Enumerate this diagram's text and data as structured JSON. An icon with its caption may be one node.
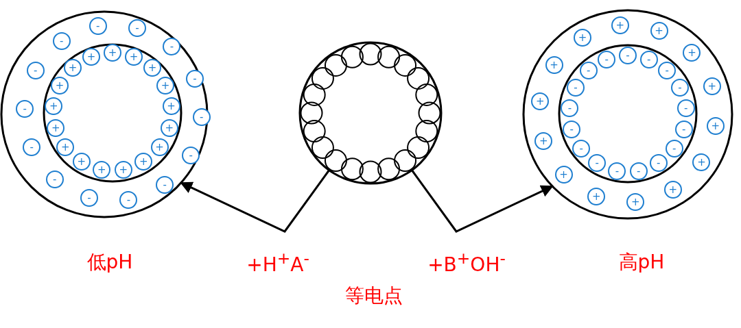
{
  "diagram": {
    "nodes": [
      {
        "text": [],
        "shape": "circle",
        "beside": [
          "低pH"
        ]
      },
      {
        "text": [],
        "shape": "circle"
      },
      {
        "text": [],
        "shape": "circle",
        "beside": [
          "高pH"
        ]
      }
    ],
    "edges": [
      {
        "from": 1,
        "to": 0,
        "arrow": "to",
        "label": "+H$^{+}$A$^{-}$"
      },
      {
        "from": 1,
        "to": 2,
        "arrow": "to",
        "label": "+B$^{+}$OH$^{-}$"
      }
    ],
    "labels": [
      "-",
      "-",
      "-",
      "-",
      "-",
      "-",
      "-",
      "-",
      "-",
      "-",
      "-",
      "-",
      "-",
      "-",
      "+",
      "+",
      "+",
      "+",
      "+",
      "+",
      "+",
      "+",
      "+",
      "+",
      "+",
      "+",
      "+",
      "+",
      "+",
      "+",
      "+",
      "-",
      "-",
      "-",
      "-",
      "-",
      "-",
      "-",
      "-",
      "-",
      "-",
      "-",
      "-",
      "-",
      "-",
      "-",
      "-",
      "-",
      "+",
      "+",
      "+",
      "+",
      "+",
      "+",
      "+",
      "+",
      "+",
      "+",
      "+",
      "+",
      "+",
      "+",
      "等电点"
    ]
  }
}
